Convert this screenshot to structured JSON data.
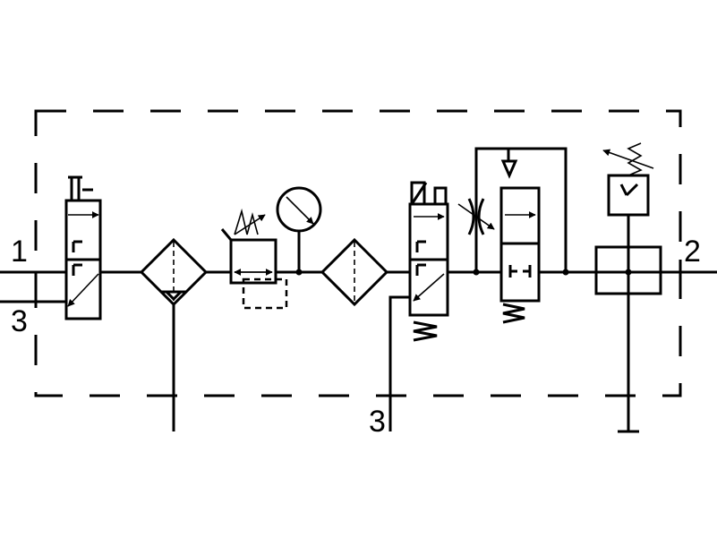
{
  "diagram": {
    "port_labels": {
      "inlet": "1",
      "outlet": "2",
      "exhaust_left": "3",
      "exhaust_middle": "3"
    }
  }
}
